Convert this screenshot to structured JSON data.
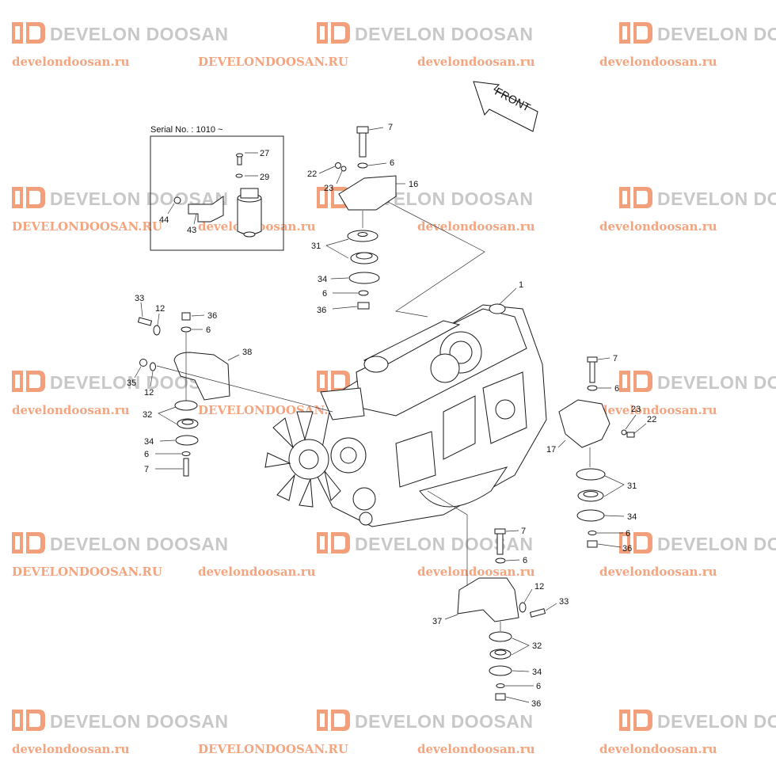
{
  "watermark": {
    "brand": "DEVELON DOOSAN",
    "url_lower": "develondoosan.ru",
    "url_upper": "DEVELONDOOSAN.RU",
    "logo_icon": "develon-logo-icon",
    "brand_color": "#c8c8c8",
    "url_color": "#f4a57f"
  },
  "diagram": {
    "serial_note": "Serial No. : 1010 ~",
    "front_label": "FRONT",
    "callouts": {
      "c1": "1",
      "c6": "6",
      "c7": "7",
      "c12": "12",
      "c16": "16",
      "c17": "17",
      "c22": "22",
      "c23": "23",
      "c27": "27",
      "c29": "29",
      "c31": "31",
      "c32": "32",
      "c33": "33",
      "c34": "34",
      "c35": "35",
      "c36": "36",
      "c37": "37",
      "c38": "38",
      "c43": "43",
      "c44": "44"
    }
  }
}
